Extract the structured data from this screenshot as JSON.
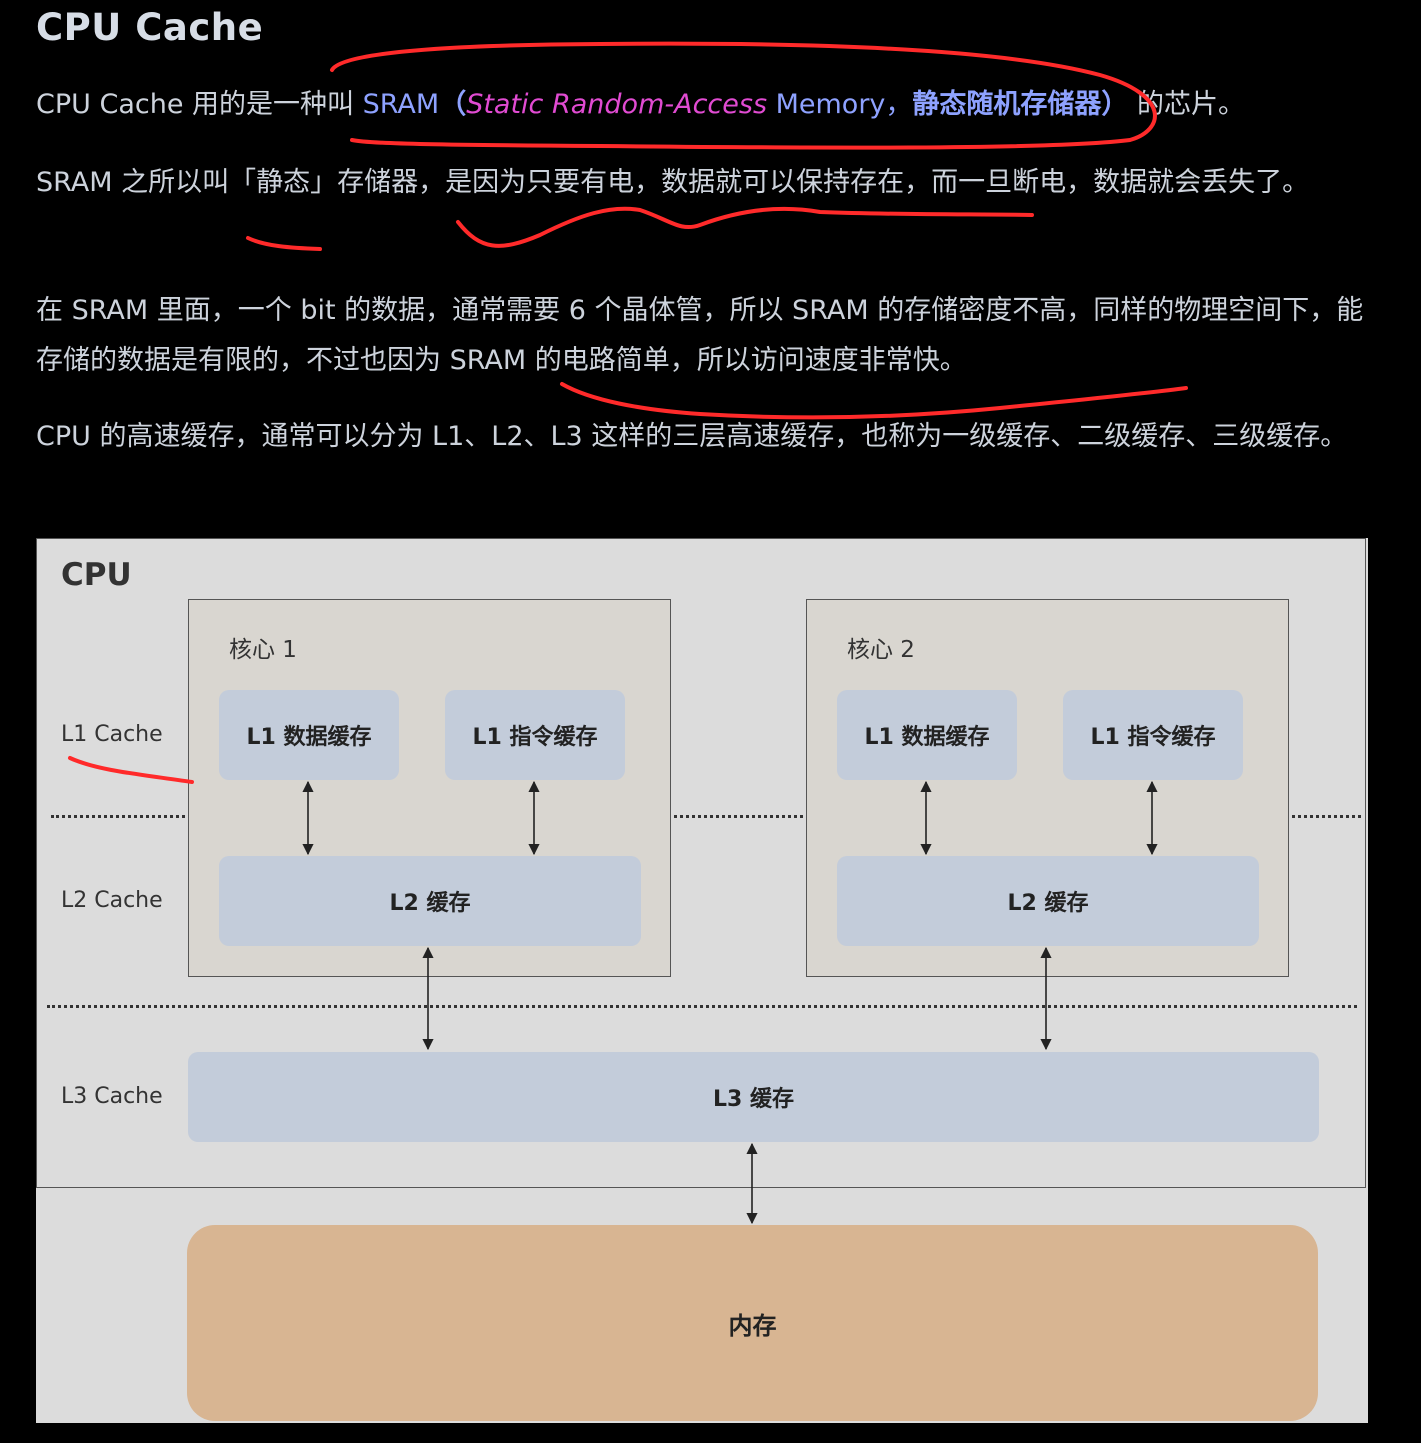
{
  "heading": "CPU Cache",
  "p1": {
    "before": "CPU Cache 用的是一种叫 ",
    "sram": "SRAM",
    "open_paren": "（",
    "static": "Static Random-Access",
    "memory": " Memory，",
    "chinese": "静态随机存储器）",
    "after": " 的芯片。"
  },
  "p2": "SRAM 之所以叫「静态」存储器，是因为只要有电，数据就可以保持存在，而一旦断电，数据就会丢失了。",
  "p3": "在 SRAM 里面，一个 bit 的数据，通常需要 6 个晶体管，所以 SRAM 的存储密度不高，同样的物理空间下，能存储的数据是有限的，不过也因为 SRAM 的电路简单，所以访问速度非常快。",
  "p4": "CPU 的高速缓存，通常可以分为 L1、L2、L3 这样的三层高速缓存，也称为一级缓存、二级缓存、三级缓存。",
  "diagram": {
    "cpu_title": "CPU",
    "core1_label": "核心 1",
    "core2_label": "核心 2",
    "l1_data": "L1 数据缓存",
    "l1_instr": "L1 指令缓存",
    "l2": "L2 缓存",
    "l3": "L3 缓存",
    "memory": "内存",
    "row_l1": "L1 Cache",
    "row_l2": "L2 Cache",
    "row_l3": "L3 Cache"
  },
  "colors": {
    "annotation": "#ff2a2a",
    "cache_box": "#c3ccda",
    "memory_box": "#d8b592",
    "core_bg": "#d9d6d0"
  }
}
